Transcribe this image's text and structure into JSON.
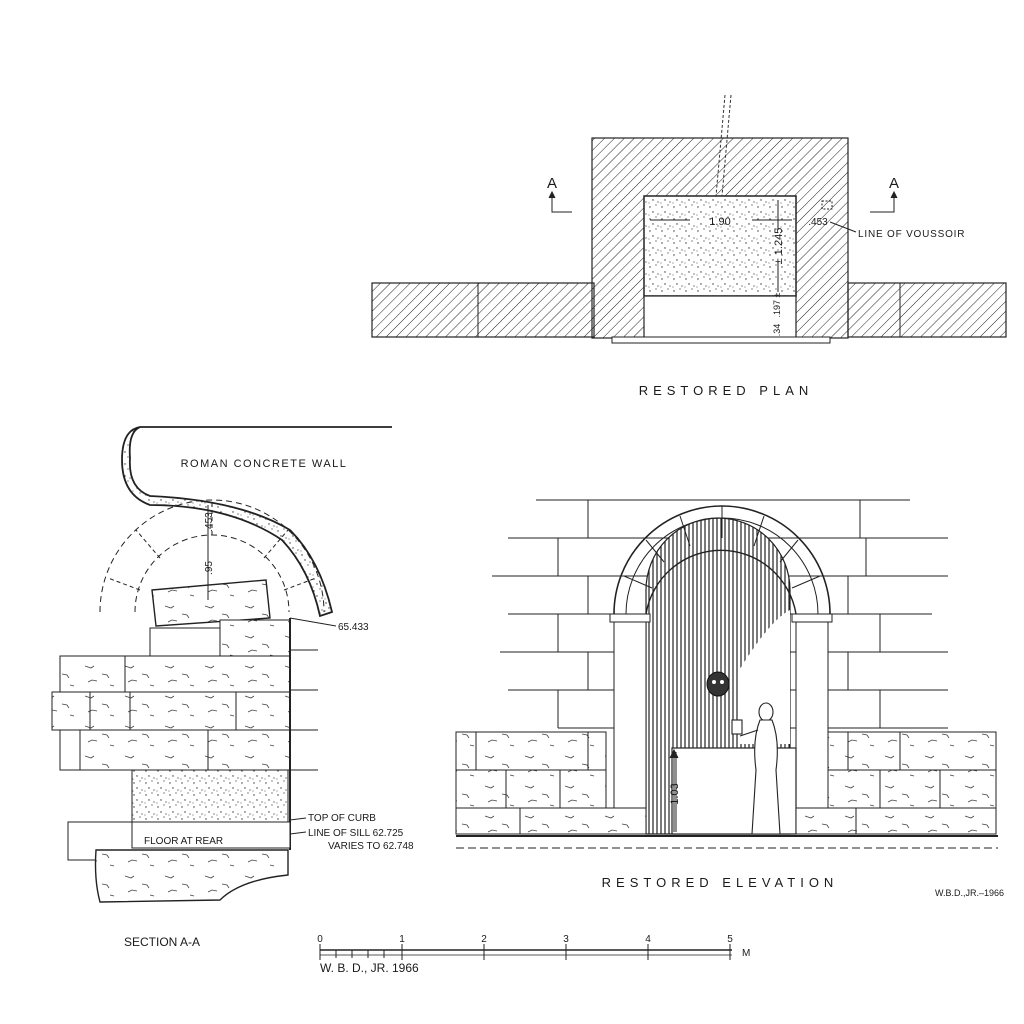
{
  "plan": {
    "title": "RESTORED PLAN",
    "section_marker_left": "A",
    "section_marker_right": "A",
    "dim_width": "1.90",
    "dim_depth": "± 1.245",
    "dim_voussoir": ".453",
    "dim_sill": ".197 ±",
    "dim_step": ".34",
    "voussoir_note": "LINE OF VOUSSOIR"
  },
  "section": {
    "title": "SECTION A-A",
    "wall_label": "ROMAN CONCRETE WALL",
    "dim_arch": ".453",
    "dim_opening": ".95",
    "elev_top": "65.433",
    "curb_label": "TOP OF CURB",
    "sill_label": "LINE OF SILL 62.725",
    "sill_label_2": "VARIES TO 62.748",
    "floor_label": "FLOOR AT REAR"
  },
  "elevation": {
    "title": "RESTORED ELEVATION",
    "dim_height": "1.03",
    "signature": "W.B.D.,JR.–1966"
  },
  "scale_bar": {
    "ticks": [
      "0",
      "1",
      "2",
      "3",
      "4",
      "5"
    ],
    "unit": "M",
    "credit": "W. B. D., JR.  1966"
  }
}
